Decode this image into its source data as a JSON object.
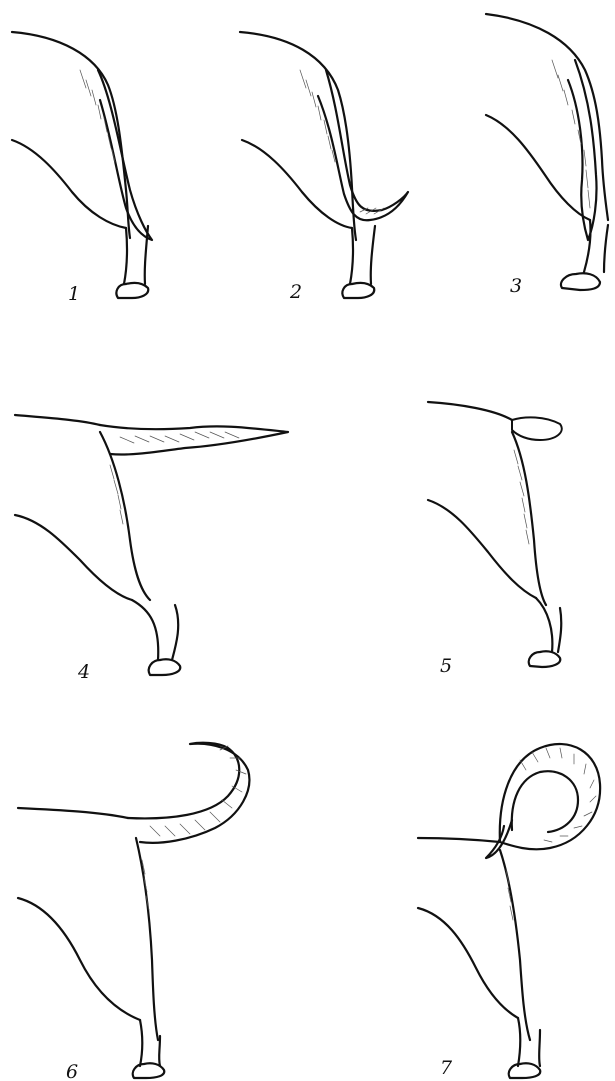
{
  "figures": [
    {
      "id": "fig-1",
      "label": "1"
    },
    {
      "id": "fig-2",
      "label": "2"
    },
    {
      "id": "fig-3",
      "label": "3"
    },
    {
      "id": "fig-4",
      "label": "4"
    },
    {
      "id": "fig-5",
      "label": "5"
    },
    {
      "id": "fig-6",
      "label": "6"
    },
    {
      "id": "fig-7",
      "label": "7"
    }
  ]
}
